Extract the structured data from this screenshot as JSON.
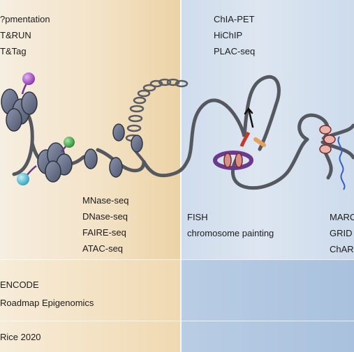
{
  "methods": {
    "top_left": [
      "?pmentation",
      "T&RUN",
      "T&Tag"
    ],
    "top_right": [
      "ChIA-PET",
      "HiChIP",
      "PLAC-seq"
    ],
    "mid_left": [
      "MNase-seq",
      "DNase-seq",
      "FAIRE-seq",
      "ATAC-seq"
    ],
    "mid_center": [
      "FISH",
      "chromosome painting"
    ],
    "mid_right": [
      "MARC",
      "GRID",
      "ChAR"
    ]
  },
  "consortia": [
    "ENCODE",
    "Roadmap Epigenomics"
  ],
  "citation": "Rice 2020",
  "colors": {
    "chromatin": "#55595f",
    "nucleosome": "#6e7791",
    "mark_purple": "#a24ec6",
    "mark_green": "#4fb054",
    "mark_cyan": "#5fc3d6",
    "anchor_orange": "#e6a15c",
    "ring_purple": "#6b3a8c",
    "red_factor": "#c0392b",
    "rna_blue": "#3060c0"
  }
}
